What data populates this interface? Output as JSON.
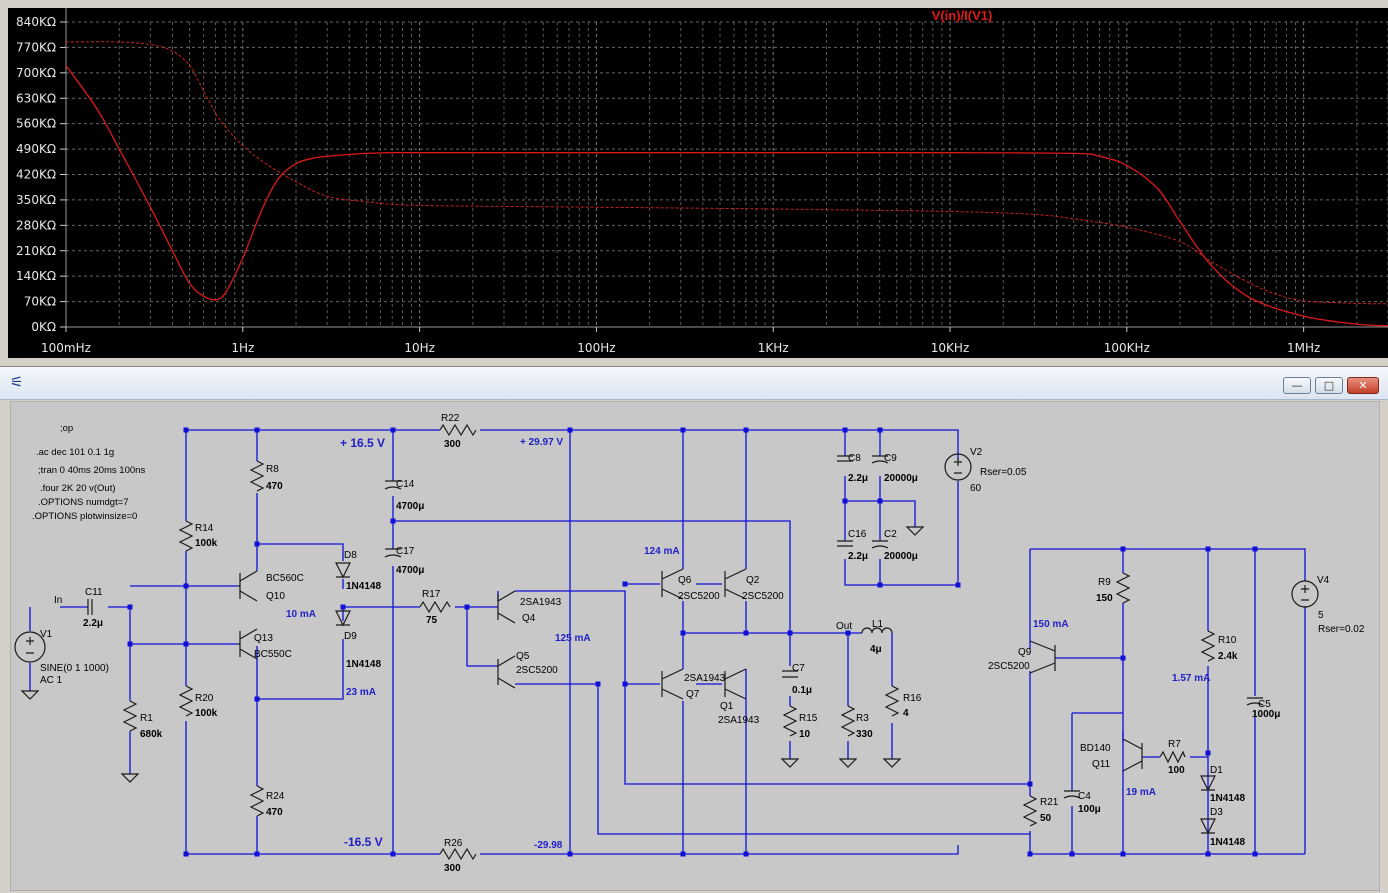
{
  "window": {
    "title_strip": ""
  },
  "chart_data": {
    "type": "line",
    "title": "",
    "xscale": "log",
    "xlim": [
      0.1,
      3000000
    ],
    "ylim": [
      0,
      840000
    ],
    "grid": true,
    "legend": "top-center",
    "x_ticks": [
      "100mHz",
      "1Hz",
      "10Hz",
      "100Hz",
      "1KHz",
      "10KHz",
      "100KHz",
      "1MHz"
    ],
    "x_tick_values": [
      0.1,
      1,
      10,
      100,
      1000,
      10000,
      100000,
      1000000
    ],
    "y_ticks": [
      "840KΩ",
      "770KΩ",
      "700KΩ",
      "630KΩ",
      "560KΩ",
      "490KΩ",
      "420KΩ",
      "350KΩ",
      "280KΩ",
      "210KΩ",
      "140KΩ",
      "70KΩ",
      "0KΩ"
    ],
    "y_tick_values": [
      840000,
      770000,
      700000,
      630000,
      560000,
      490000,
      420000,
      350000,
      280000,
      210000,
      140000,
      70000,
      0
    ],
    "series": [
      {
        "name": "V(in)/I(V1)",
        "style": "solid",
        "color": "#e01818",
        "x": [
          0.1,
          0.15,
          0.2,
          0.3,
          0.4,
          0.5,
          0.6,
          0.7,
          0.8,
          1,
          1.3,
          1.6,
          2,
          2.5,
          3,
          4,
          5,
          7,
          10,
          100,
          1000,
          10000,
          50000,
          70000,
          100000,
          150000,
          200000,
          300000,
          500000,
          1000000,
          2000000,
          3000000
        ],
        "y": [
          720000,
          600000,
          490000,
          330000,
          210000,
          120000,
          85000,
          75000,
          95000,
          190000,
          330000,
          410000,
          450000,
          465000,
          470000,
          475000,
          478000,
          480000,
          480000,
          480000,
          480000,
          480000,
          478000,
          470000,
          445000,
          380000,
          290000,
          170000,
          80000,
          30000,
          8000,
          3000
        ]
      },
      {
        "name": "",
        "style": "dashed",
        "color": "#d02020",
        "x": [
          0.1,
          0.2,
          0.3,
          0.4,
          0.5,
          0.6,
          0.7,
          0.8,
          1,
          1.3,
          2,
          3,
          5,
          10,
          100,
          1000,
          10000,
          30000,
          50000,
          100000,
          200000,
          300000,
          500000,
          700000,
          1000000,
          2000000,
          3000000
        ],
        "y": [
          785000,
          785000,
          778000,
          760000,
          720000,
          650000,
          590000,
          550000,
          500000,
          455000,
          400000,
          360000,
          345000,
          335000,
          330000,
          325000,
          318000,
          310000,
          298000,
          275000,
          235000,
          180000,
          120000,
          90000,
          72000,
          65000,
          64000
        ]
      }
    ]
  },
  "schematic": {
    "directives": [
      ";op",
      ".ac dec 101 0.1 1g",
      ";tran 0 40ms 20ms 100ns",
      ".four 2K 20 v(Out)",
      ".OPTIONS numdgt=7",
      ".OPTIONS plotwinsize=0"
    ],
    "net_labels": {
      "in": "In",
      "out": "Out"
    },
    "op_labels": {
      "vpos1": "+ 16.5 V",
      "vneg1": "-16.5 V",
      "vpos2": "+ 29.97 V",
      "vneg2": "-29.98",
      "i10": "10 mA",
      "i23": "23 mA",
      "i124": "124 mA",
      "i125": "125 mA",
      "i150": "150 mA",
      "i157": "1.57 mA",
      "i19": "19 mA"
    },
    "components": {
      "R8": [
        "R8",
        "470"
      ],
      "R14": [
        "R14",
        "100k"
      ],
      "R20": [
        "R20",
        "100k"
      ],
      "R24": [
        "R24",
        "470"
      ],
      "R1": [
        "R1",
        "680k"
      ],
      "R22": [
        "R22",
        "300"
      ],
      "R26": [
        "R26",
        "300"
      ],
      "R17": [
        "R17",
        "75"
      ],
      "R15": [
        "R15",
        "10"
      ],
      "R3": [
        "R3",
        "330"
      ],
      "R16": [
        "R16",
        "4"
      ],
      "R9": [
        "R9",
        "150"
      ],
      "R10": [
        "R10",
        "2.4k"
      ],
      "R7": [
        "R7",
        "100"
      ],
      "R21": [
        "R21",
        "50"
      ],
      "C11": [
        "C11",
        "2.2μ"
      ],
      "C14": [
        "C14",
        "4700μ"
      ],
      "C17": [
        "C17",
        "4700μ"
      ],
      "C8": [
        "C8",
        "2.2μ"
      ],
      "C9": [
        "C9",
        "20000μ"
      ],
      "C16": [
        "C16",
        "2.2μ"
      ],
      "C2": [
        "C2",
        "20000μ"
      ],
      "C7": [
        "C7",
        "0.1μ"
      ],
      "C4": [
        "C4",
        "100μ"
      ],
      "C5": [
        "C5",
        "1000μ"
      ],
      "L1": [
        "L1",
        "4μ"
      ],
      "D8": [
        "D8",
        "1N4148"
      ],
      "D9": [
        "D9",
        "1N4148"
      ],
      "D1": [
        "D1",
        "1N4148"
      ],
      "D3": [
        "D3",
        "1N4148"
      ],
      "Q10": [
        "Q10",
        "BC560C"
      ],
      "Q13": [
        "Q13",
        "BC550C"
      ],
      "Q4": [
        "Q4",
        "2SA1943"
      ],
      "Q5": [
        "Q5",
        "2SC5200"
      ],
      "Q6": [
        "Q6",
        "2SC5200"
      ],
      "Q2": [
        "Q2",
        "2SC5200"
      ],
      "Q7": [
        "Q7",
        "2SA1943"
      ],
      "Q1": [
        "Q1",
        "2SA1943"
      ],
      "Q9": [
        "Q9",
        "2SC5200"
      ],
      "Q11": [
        "Q11",
        "BD140"
      ],
      "V1": [
        "V1",
        "SINE(0 1 1000)",
        "AC 1"
      ],
      "V2": [
        "V2",
        "Rser=0.05",
        "60"
      ],
      "V4": [
        "V4",
        "5",
        "Rser=0.02"
      ]
    }
  }
}
